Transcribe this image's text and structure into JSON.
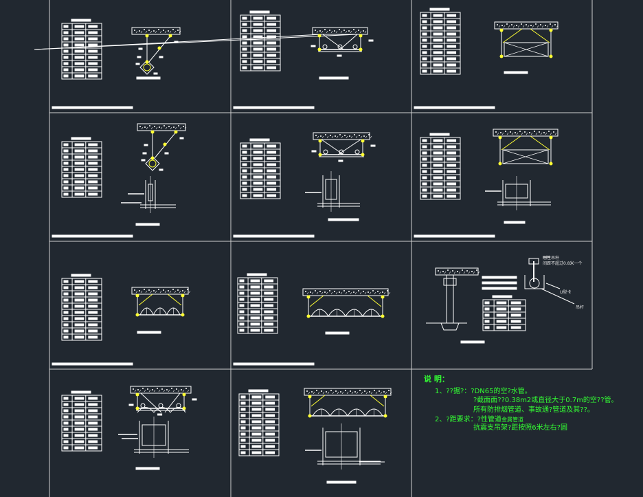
{
  "notes": {
    "heading": "说 明：",
    "line1": "1、??据?：?DN65的空?水管。",
    "line2": "?截面面??0.38m2或直径大于0.7m的空??管。",
    "line3": "所有防排烟管道、事故通?管道及其??。",
    "line4": "2、?距要求：?性管道",
    "line4b": "金属管道",
    "line5": "抗震支吊架?距按照6米左右?圆"
  },
  "callouts": {
    "c1": "刚性吊杆",
    "c2": "间距不超过0.8米一个",
    "c3": "U型卡",
    "c4": "吊杆"
  },
  "colors": {
    "background": "#212830",
    "line": "#ffffff",
    "accent": "#ffff33",
    "notes": "#33ff33",
    "grid": "#cfcfcf"
  }
}
